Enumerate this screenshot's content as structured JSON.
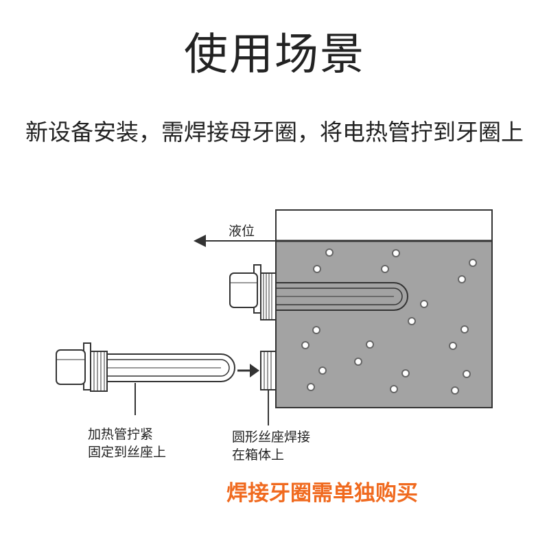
{
  "title": "使用场景",
  "subtitle": "新设备安装，需焊接母牙圈，将电热管拧到牙圈上",
  "labels": {
    "liquid_level": "液位",
    "tighten_line1": "加热管拧紧",
    "tighten_line2": "固定到丝座上",
    "weld_line1": "圆形丝座焊接",
    "weld_line2": "在箱体上"
  },
  "notice": "焊接牙圈需单独购买",
  "colors": {
    "text": "#222222",
    "notice": "#f06a1f",
    "liquid": "#a3a3a3",
    "outline": "#333333",
    "bubble_fill": "#ffffff"
  }
}
